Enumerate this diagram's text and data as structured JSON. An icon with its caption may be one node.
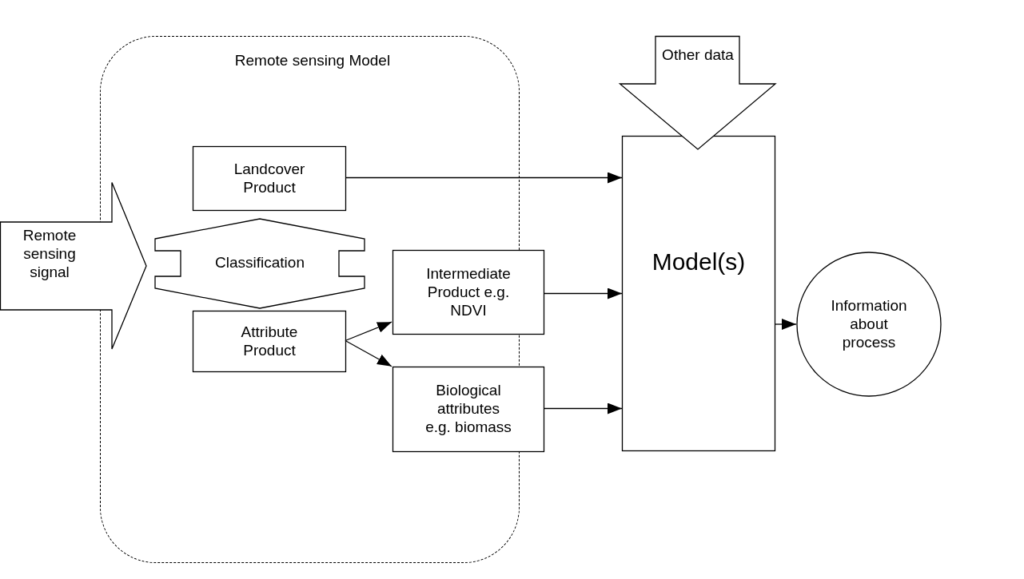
{
  "diagram": {
    "nodes": [
      {
        "text": [
          "Remote sensing Model"
        ]
      },
      {
        "text": [
          "Remote sensing signal"
        ]
      },
      {
        "text": [
          "Landcover Product"
        ],
        "in": 0
      },
      {
        "text": [
          "Classification"
        ],
        "in": 0
      },
      {
        "text": [
          "Attribute Product"
        ],
        "in": 0
      },
      {
        "text": [
          "Intermediate Product e.g. NDVI"
        ],
        "in": 0
      },
      {
        "text": [
          "Biological attributes e.g. biomass"
        ],
        "in": 0
      },
      {
        "text": [
          "Model(s)"
        ]
      },
      {
        "text": [
          "Other data"
        ]
      },
      {
        "text": [
          "Information about process"
        ]
      }
    ],
    "edges": [
      {
        "from": 2,
        "to": 7,
        "arrow": "to"
      },
      {
        "from": 4,
        "to": 5,
        "arrow": "to"
      },
      {
        "from": 4,
        "to": 6,
        "arrow": "to"
      },
      {
        "from": 5,
        "to": 7,
        "arrow": "to"
      },
      {
        "from": 6,
        "to": 7,
        "arrow": "to"
      },
      {
        "from": 7,
        "to": 9,
        "arrow": "to"
      }
    ]
  }
}
